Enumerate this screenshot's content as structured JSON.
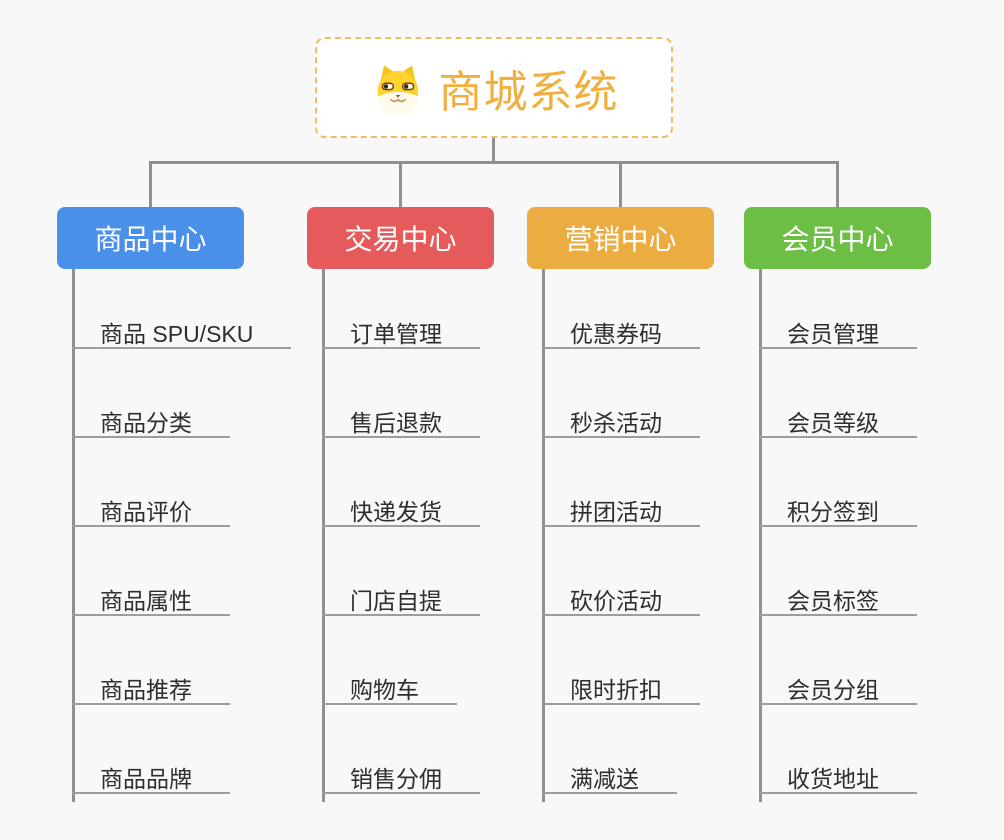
{
  "root": {
    "title": "商城系统",
    "icon": "dog-face-icon",
    "text_color": "#f1af3e",
    "border_color": "#f1bc66",
    "background": "#ffffff"
  },
  "colors": {
    "background": "#f8f8f8",
    "connector": "#909090",
    "underline": "#9d9d9d",
    "leaf_text": "#2e2e2e"
  },
  "branches": [
    {
      "label": "商品中心",
      "color": "#4a8fe8",
      "children": [
        "商品 SPU/SKU",
        "商品分类",
        "商品评价",
        "商品属性",
        "商品推荐",
        "商品品牌"
      ]
    },
    {
      "label": "交易中心",
      "color": "#e55b5b",
      "children": [
        "订单管理",
        "售后退款",
        "快递发货",
        "门店自提",
        "购物车",
        "销售分佣"
      ]
    },
    {
      "label": "营销中心",
      "color": "#ebad42",
      "children": [
        "优惠券码",
        "秒杀活动",
        "拼团活动",
        "砍价活动",
        "限时折扣",
        "满减送"
      ]
    },
    {
      "label": "会员中心",
      "color": "#6cbe45",
      "children": [
        "会员管理",
        "会员等级",
        "积分签到",
        "会员标签",
        "会员分组",
        "收货地址"
      ]
    }
  ]
}
